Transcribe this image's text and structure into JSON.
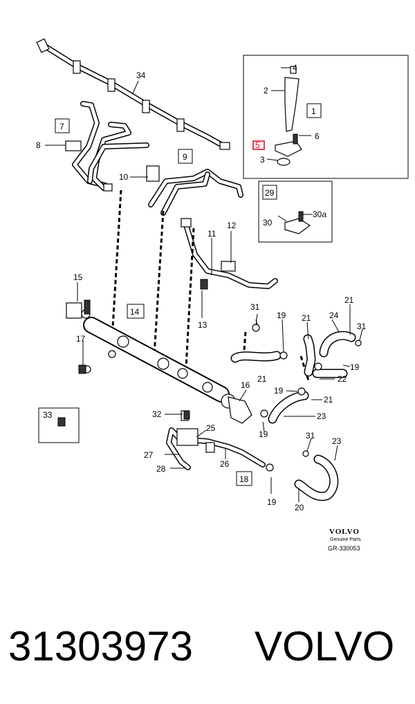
{
  "callouts": {
    "c1": "1",
    "c2": "2",
    "c3": "3",
    "c4": "4",
    "c5": "5",
    "c6": "6",
    "c7": "7",
    "c8": "8",
    "c9": "9",
    "c10": "10",
    "c11": "11",
    "c12": "12",
    "c13": "13",
    "c14": "14",
    "c15": "15",
    "c16": "16",
    "c17": "17",
    "c18": "18",
    "c19a": "19",
    "c19b": "19",
    "c19c": "19",
    "c19d": "19",
    "c19e": "19",
    "c20": "20",
    "c21a": "21",
    "c21b": "21",
    "c21c": "21",
    "c21d": "21",
    "c22": "22",
    "c23a": "23",
    "c23b": "23",
    "c24": "24",
    "c25": "25",
    "c26": "26",
    "c27": "27",
    "c28": "28",
    "c29": "29",
    "c30": "30",
    "c30a": "30a",
    "c31a": "31",
    "c31b": "31",
    "c31c": "31",
    "c32": "32",
    "c33": "33",
    "c34": "34"
  },
  "logo": {
    "brand": "VOLVO",
    "line1": "Genuine Parts",
    "code": "GR-330053"
  },
  "footer": {
    "part_number": "31303973",
    "brand": "VOLVO"
  },
  "colors": {
    "highlight": "#e0001a",
    "ink": "#000000"
  }
}
